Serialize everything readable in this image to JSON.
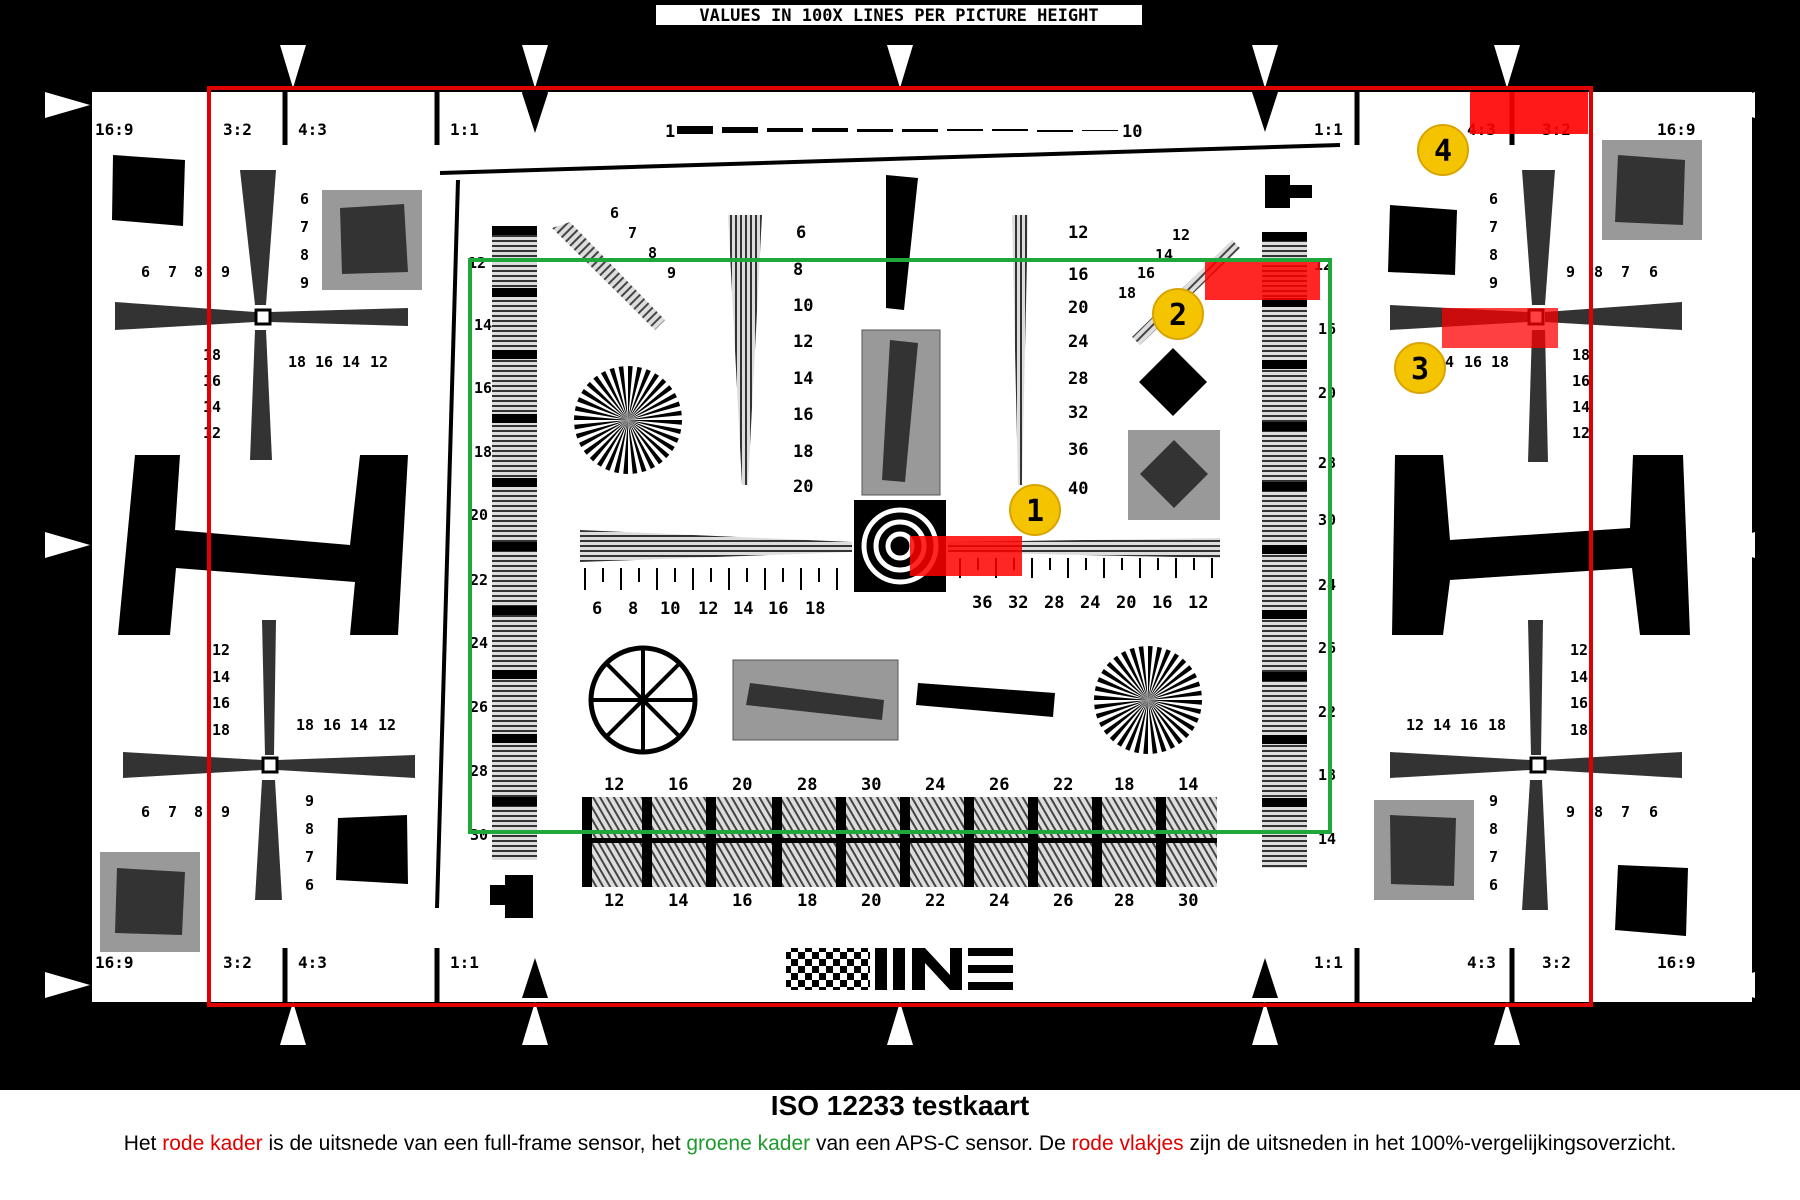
{
  "header": {
    "banner": "VALUES IN 100X LINES PER PICTURE HEIGHT"
  },
  "frames": {
    "full_frame_color": "#e00000",
    "aps_c_color": "#1fa83a",
    "crop_patch_color": "#ff0000",
    "marker_color": "#f5c400"
  },
  "aspect": {
    "r169": "16:9",
    "r32": "3:2",
    "r43": "4:3",
    "r11": "1:1"
  },
  "scale": {
    "start": "1",
    "end": "10"
  },
  "markers": [
    "1",
    "2",
    "3",
    "4"
  ],
  "wedge_left_labels": [
    "6",
    "8",
    "10",
    "12",
    "14",
    "16",
    "18",
    "20"
  ],
  "wedge_right_labels": [
    "12",
    "16",
    "20",
    "24",
    "28",
    "32",
    "36",
    "40"
  ],
  "diag_left_labels": [
    "6",
    "7",
    "8",
    "9"
  ],
  "diag_right_labels": [
    "12",
    "14",
    "16",
    "18"
  ],
  "center_left_labels": [
    "6",
    "8",
    "10",
    "12",
    "14",
    "16",
    "18"
  ],
  "center_right_labels": [
    "36",
    "32",
    "28",
    "24",
    "20",
    "16",
    "12"
  ],
  "left_bar_labels": [
    "12",
    "14",
    "16",
    "18",
    "20",
    "22",
    "24",
    "26",
    "28",
    "30"
  ],
  "right_bar_labels": [
    "12",
    "16",
    "20",
    "28",
    "30",
    "24",
    "26",
    "22",
    "18",
    "14"
  ],
  "bottom_top_labels": [
    "12",
    "16",
    "20",
    "28",
    "30",
    "24",
    "26",
    "22",
    "18",
    "14"
  ],
  "bottom_bottom_labels": [
    "12",
    "14",
    "16",
    "18",
    "20",
    "22",
    "24",
    "26",
    "28",
    "30"
  ],
  "cross_small_labels": [
    "6",
    "7",
    "8",
    "9"
  ],
  "cross_large_labels": [
    "18",
    "16",
    "14",
    "12"
  ],
  "cross_large_labels_rev": [
    "12",
    "14",
    "16",
    "18"
  ],
  "cross_small_labels_rev": [
    "9",
    "8",
    "7",
    "6"
  ],
  "caption": {
    "title": "ISO 12233 testkaart",
    "p1": "Het ",
    "red1": "rode kader",
    "p2": " is de uitsnede van een full-frame sensor, het ",
    "green1": "groene kader",
    "p3": " van een APS-C sensor. De ",
    "red2": "rode vlakjes",
    "p4": " zijn de uitsneden in het 100%-vergelijkingsoverzicht."
  }
}
